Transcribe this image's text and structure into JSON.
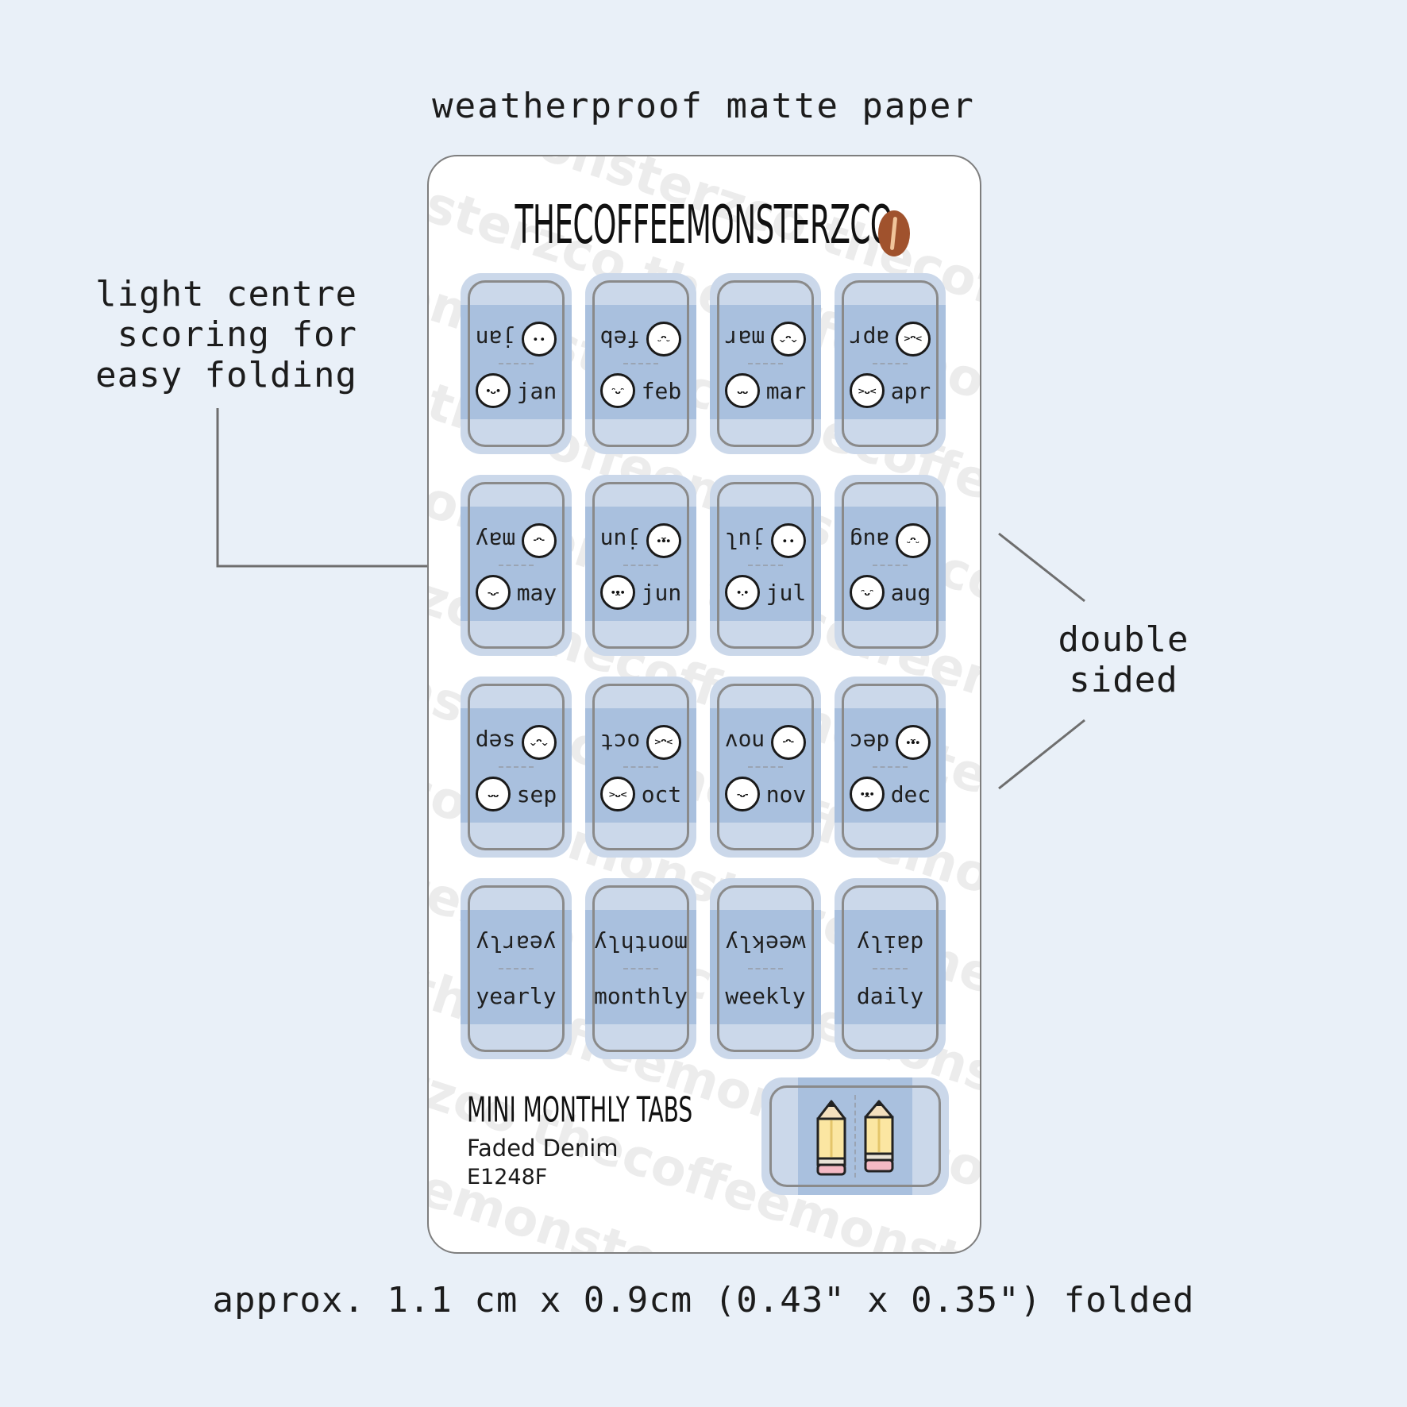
{
  "captions": {
    "top": "weatherproof matte paper",
    "bottom": "approx. 1.1 cm x 0.9cm (0.43\" x 0.35\") folded"
  },
  "notes": {
    "left": [
      "light centre",
      "scoring for",
      "easy folding"
    ],
    "right": [
      "double",
      "sided"
    ]
  },
  "sheet": {
    "brand": "THECOFFEEMONSTERZCO",
    "brand_icon": "coffee-bean-icon",
    "product_title": "MINI MONTHLY TABS",
    "product_color": "Faded Denim",
    "product_code": "E1248F",
    "pencil_icons": [
      "pencil-icon",
      "pencil-icon"
    ]
  },
  "tabs": [
    {
      "label": "jan",
      "face_top": "• •",
      "face_bottom": "•ᴗ•"
    },
    {
      "label": "feb",
      "face_top": "ᵔᴗᵔ",
      "face_bottom": "ᵔᴗᵔ"
    },
    {
      "label": "mar",
      "face_top": "^ᴗ^",
      "face_bottom": "ᴗᴗ"
    },
    {
      "label": "apr",
      "face_top": ">ᴗ<",
      "face_bottom": ">ᴗ<"
    },
    {
      "label": "may",
      "face_top": "-ᴗ-",
      "face_bottom": "-ᴗ-"
    },
    {
      "label": "jun",
      "face_top": "•ᴥ•",
      "face_bottom": "•ᴥ•"
    },
    {
      "label": "jul",
      "face_top": "• •",
      "face_bottom": "•.•"
    },
    {
      "label": "aug",
      "face_top": "ᵔᴗᵔ",
      "face_bottom": "ᵔᴗᵔ"
    },
    {
      "label": "sep",
      "face_top": "^ᴗ^",
      "face_bottom": "ᴗᴗ"
    },
    {
      "label": "oct",
      "face_top": ">ᴗ<",
      "face_bottom": ">ᴗ<"
    },
    {
      "label": "nov",
      "face_top": "-ᴗ-",
      "face_bottom": "-ᴗ-"
    },
    {
      "label": "dec",
      "face_top": "•ᴥ•",
      "face_bottom": "•ᴥ•"
    },
    {
      "label": "yearly"
    },
    {
      "label": "monthly"
    },
    {
      "label": "weekly"
    },
    {
      "label": "daily"
    }
  ],
  "colors": {
    "background": "#e9f0f8",
    "tab_light": "#cbd8ea",
    "tab_band": "#a9c0de",
    "outline": "#8a8a8a",
    "bean": "#a0522d"
  }
}
